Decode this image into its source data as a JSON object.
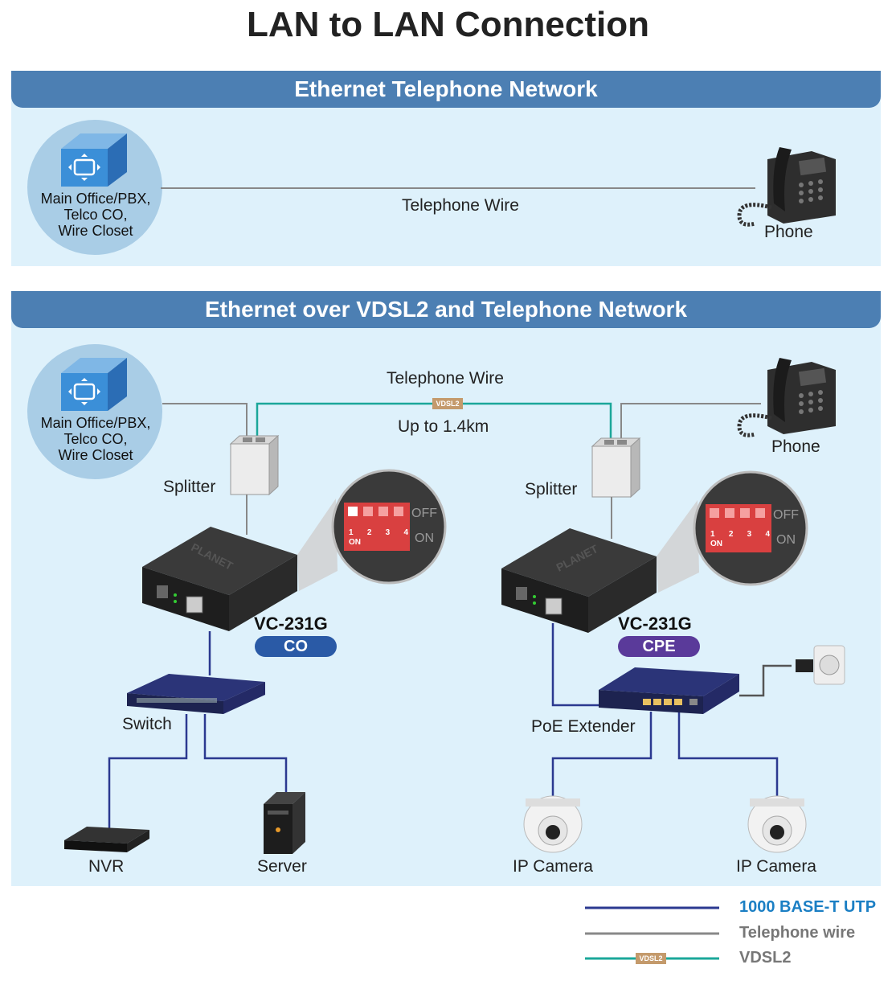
{
  "title": "LAN to LAN Connection",
  "panel1": {
    "header": "Ethernet Telephone Network",
    "office_lines": [
      "Main Office/PBX,",
      "Telco CO,",
      "Wire Closet"
    ],
    "wire_label": "Telephone Wire",
    "phone_label": "Phone"
  },
  "panel2": {
    "header": "Ethernet over VDSL2 and Telephone Network",
    "office_lines": [
      "Main Office/PBX,",
      "Telco CO,",
      "Wire Closet"
    ],
    "wire_label": "Telephone Wire",
    "vdsl_tag": "VDSL2",
    "distance_label": "Up to 1.4km",
    "phone_label": "Phone",
    "splitter_left": "Splitter",
    "splitter_right": "Splitter",
    "dip": {
      "off": "OFF",
      "on": "ON",
      "numbers": [
        "1",
        "2",
        "3",
        "4"
      ],
      "on_tag": "ON"
    },
    "device_brand": "PLANET",
    "co": {
      "model": "VC-231G",
      "role": "CO",
      "color": "#2a5aa6"
    },
    "cpe": {
      "model": "VC-231G",
      "role": "CPE",
      "color": "#5a3a9a"
    },
    "switch_label": "Switch",
    "poe_label": "PoE Extender",
    "nvr_label": "NVR",
    "server_label": "Server",
    "camera1_label": "IP Camera",
    "camera2_label": "IP Camera"
  },
  "legend": [
    {
      "label": "1000 BASE-T UTP",
      "color": "#2b3990"
    },
    {
      "label": "Telephone wire",
      "color": "#888888"
    },
    {
      "label": "VDSL2",
      "color": "#1ba79a",
      "tag": "VDSL2"
    }
  ],
  "colors": {
    "header_bg": "#4c7fb3",
    "panel_bg": "#def1fb",
    "utp": "#2b3990",
    "phone_wire": "#888888",
    "vdsl": "#1ba79a",
    "vdsl_tag_bg": "#c49a6c",
    "utp_legend_text": "#1b7fc4"
  },
  "icons": {
    "office": "office-cube-icon",
    "phone": "desk-phone-icon",
    "splitter": "splitter-box-icon",
    "converter": "vdsl-converter-icon",
    "dip": "dip-switch-icon",
    "switch": "network-switch-icon",
    "poe": "poe-extender-icon",
    "nvr": "nvr-icon",
    "server": "server-tower-icon",
    "camera": "dome-camera-icon",
    "outlet": "power-outlet-icon"
  }
}
